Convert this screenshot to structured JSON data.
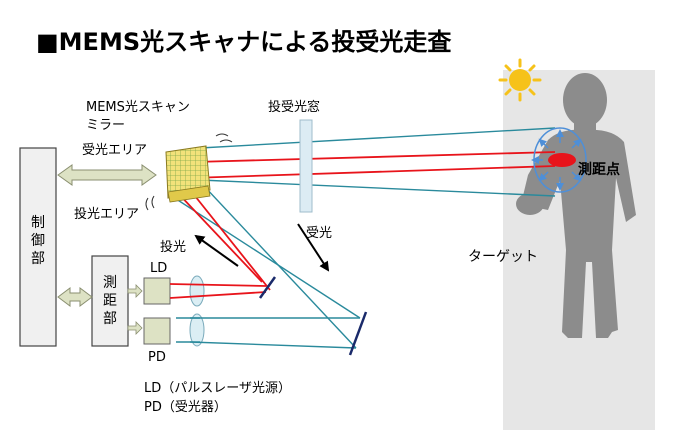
{
  "title": "■MEMS光スキャナによる投受光走査",
  "labels": {
    "mems_mirror_line1": "MEMS光スキャン",
    "mems_mirror_line2": "ミラー",
    "window": "投受光窓",
    "receive_area": "受光エリア",
    "emit_area": "投光エリア",
    "emit": "投光",
    "receive": "受光",
    "ld": "LD",
    "pd": "PD",
    "control_unit": "制御部",
    "range_unit": "測距部",
    "target": "ターゲット",
    "measure_point": "測距点",
    "legend_ld": "LD（パルスレーザ光源）",
    "legend_pd": "PD（受光器）"
  },
  "colors": {
    "emit_beam": "#e8141b",
    "receive_beam": "#2a8a9c",
    "mirror": "#1a2a6a",
    "target_bg": "#e6e6e6",
    "silhouette": "#8c8c8c",
    "box_fill": "#f0f0f0",
    "arrow_fill": "#dde2c4",
    "mems_fill": "#f2e27a",
    "window_fill": "#dcecf4",
    "lens_fill": "#dbeef4",
    "scan_arrow": "#4e8fd8",
    "sun": "#f6c21a"
  }
}
